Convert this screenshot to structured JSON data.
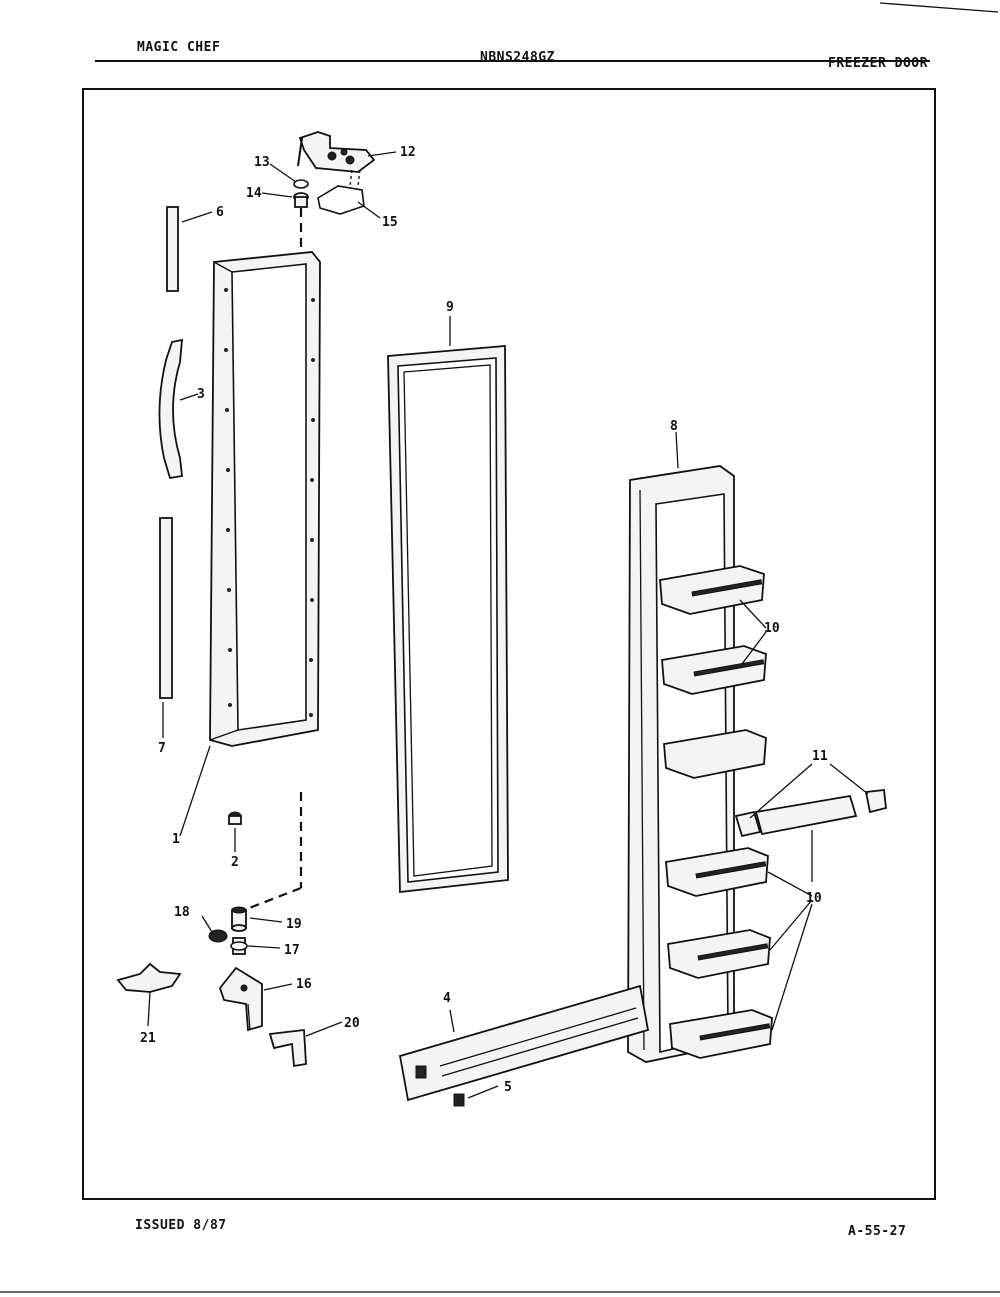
{
  "header": {
    "brand": "MAGIC CHEF",
    "model": "NBNS248GZ",
    "section": "FREEZER DOOR"
  },
  "footer": {
    "issued": "ISSUED 8/87",
    "page_code": "A-55-27"
  },
  "callouts": {
    "p1": "1",
    "p2": "2",
    "p3": "3",
    "p4": "4",
    "p5": "5",
    "p6": "6",
    "p7": "7",
    "p8": "8",
    "p9": "9",
    "p10a": "10",
    "p10b": "10",
    "p11": "11",
    "p12": "12",
    "p13": "13",
    "p14": "14",
    "p15": "15",
    "p16": "16",
    "p17": "17",
    "p18": "18",
    "p19": "19",
    "p20": "20",
    "p21": "21"
  },
  "colors": {
    "ink": "#111111",
    "paper": "#ffffff"
  }
}
